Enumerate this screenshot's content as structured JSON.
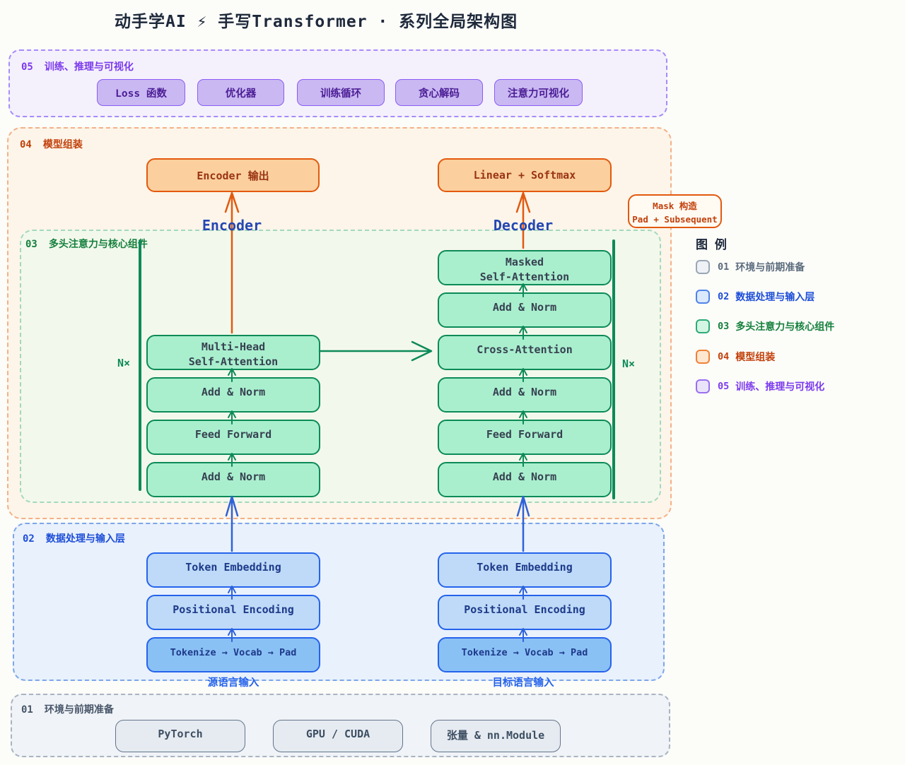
{
  "title": "动手学AI ⚡ 手写Transformer · 系列全局架构图",
  "sections": {
    "s05": {
      "num": "05",
      "name": "训练、推理与可视化",
      "boxes": [
        "Loss 函数",
        "优化器",
        "训练循环",
        "贪心解码",
        "注意力可视化"
      ]
    },
    "s04": {
      "num": "04",
      "name": "模型组装",
      "encoder_output": "Encoder 输出",
      "linear_softmax": "Linear + Softmax",
      "mask_note": "Mask 构造\nPad + Subsequent",
      "encoder_label": "Encoder",
      "decoder_label": "Decoder"
    },
    "s03": {
      "num": "03",
      "name": "多头注意力与核心组件",
      "nx_label": "N×",
      "encoder_stack": [
        "Multi-Head\nSelf-Attention",
        "Add & Norm",
        "Feed Forward",
        "Add & Norm"
      ],
      "decoder_stack": [
        "Masked\nSelf-Attention",
        "Add & Norm",
        "Cross-Attention",
        "Add & Norm",
        "Feed Forward",
        "Add & Norm"
      ]
    },
    "s02": {
      "num": "02",
      "name": "数据处理与输入层",
      "source_stack": [
        "Token Embedding",
        "Positional Encoding",
        "Tokenize → Vocab → Pad"
      ],
      "target_stack": [
        "Token Embedding",
        "Positional Encoding",
        "Tokenize → Vocab → Pad"
      ],
      "source_label": "源语言输入",
      "target_label": "目标语言输入"
    },
    "s01": {
      "num": "01",
      "name": "环境与前期准备",
      "boxes": [
        "PyTorch",
        "GPU / CUDA",
        "张量 & nn.Module"
      ]
    }
  },
  "legend": {
    "title": "图 例",
    "items": [
      {
        "num": "01",
        "label": "环境与前期准备",
        "fill": "#eef1f5",
        "border": "#9aa7b5",
        "text_color": "#5b6b7d"
      },
      {
        "num": "02",
        "label": "数据处理与输入层",
        "fill": "#dbe9fd",
        "border": "#4f83e8",
        "text_color": "#1d4ed8"
      },
      {
        "num": "03",
        "label": "多头注意力与核心组件",
        "fill": "#d3f5e3",
        "border": "#2eab77",
        "text_color": "#15803d"
      },
      {
        "num": "04",
        "label": "模型组装",
        "fill": "#fee7d1",
        "border": "#ef8137",
        "text_color": "#c2410c"
      },
      {
        "num": "05",
        "label": "训练、推理与可视化",
        "fill": "#eae4fb",
        "border": "#9a6ff0",
        "text_color": "#7c3aed"
      }
    ]
  },
  "colors": {
    "arrow_orange": "#e2590e",
    "arrow_green": "#0c8a58",
    "arrow_blue": "#2f62d8",
    "column_label_blue": "#2447b3",
    "title_text": "#1e293b"
  }
}
